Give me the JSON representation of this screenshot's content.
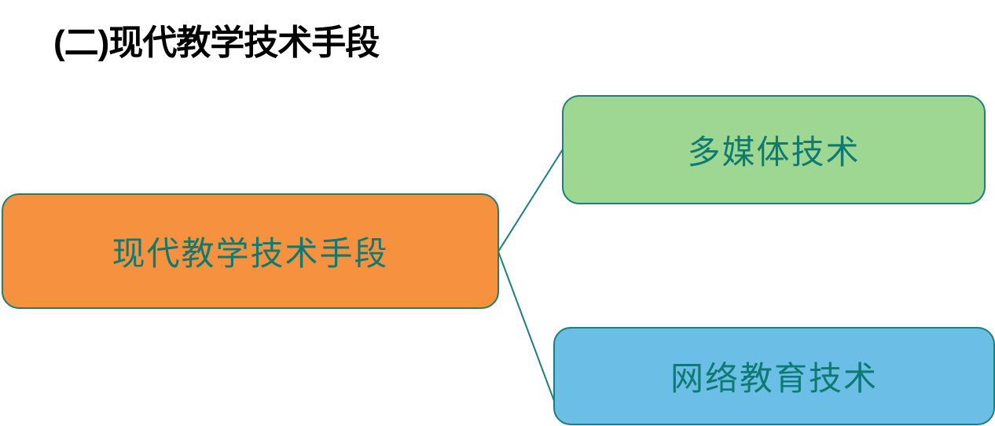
{
  "title": "(二)现代教学技术手段",
  "diagram": {
    "root": {
      "label": "现代教学技术手段",
      "color": "#f5913f"
    },
    "children": [
      {
        "label": "多媒体技术",
        "color": "#9dd792"
      },
      {
        "label": "网络教育技术",
        "color": "#6bbee6"
      }
    ],
    "line_color": "#1d7f78",
    "text_color": "#0f7a72"
  }
}
